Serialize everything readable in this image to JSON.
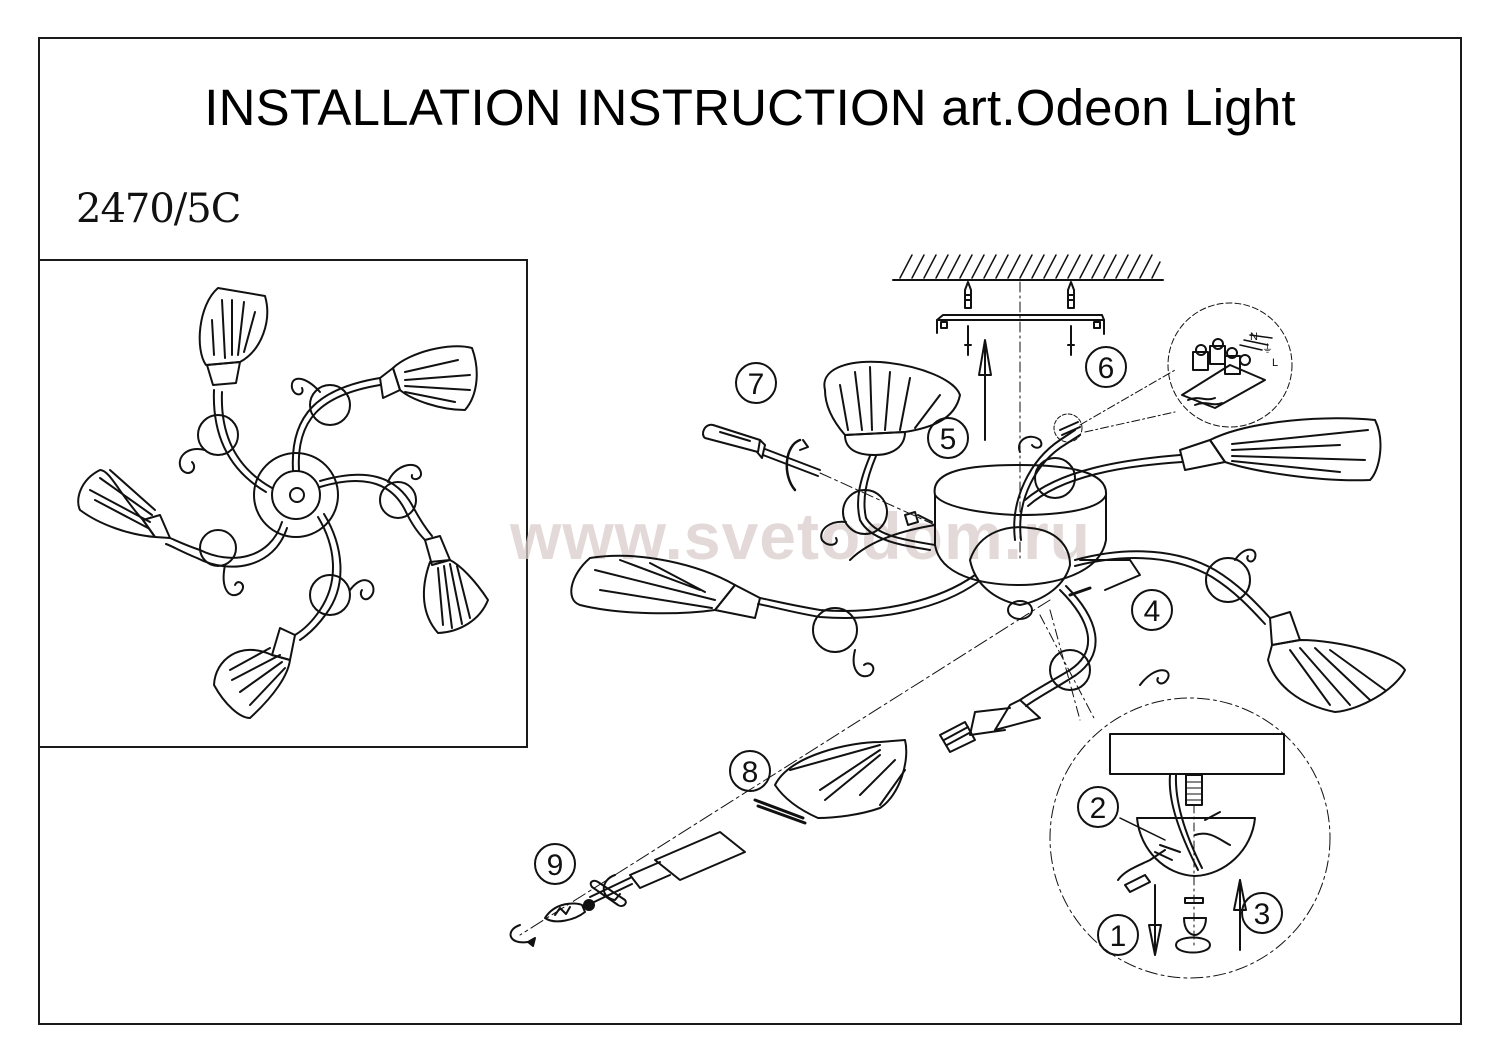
{
  "document": {
    "title": "INSTALLATION INSTRUCTION art.Odeon Light",
    "model_number": "2470/5C",
    "watermark": "www.svetodom.ru"
  },
  "figures": {
    "overview": {
      "description": "Top view of 5-arm chandelier",
      "arms": 5
    },
    "exploded": {
      "description": "Exploded installation view"
    }
  },
  "steps": [
    {
      "number": "1",
      "action": "Remove decorative cap (down arrow)"
    },
    {
      "number": "2",
      "action": "Connect wiring in canopy"
    },
    {
      "number": "3",
      "action": "Refit decorative cap (up arrow)"
    },
    {
      "number": "4",
      "action": "Attach arms to body"
    },
    {
      "number": "5",
      "action": "Lift body to ceiling bracket"
    },
    {
      "number": "6",
      "action": "Mount bracket to ceiling"
    },
    {
      "number": "7",
      "action": "Tighten screws with screwdriver"
    },
    {
      "number": "8",
      "action": "Fit glass shade with ring"
    },
    {
      "number": "9",
      "action": "Screw in lamp"
    }
  ],
  "terminal_labels": [
    "N",
    "⏚",
    "L"
  ],
  "colors": {
    "line": "#111111",
    "watermark": "#d9cdcb",
    "background": "#ffffff"
  }
}
